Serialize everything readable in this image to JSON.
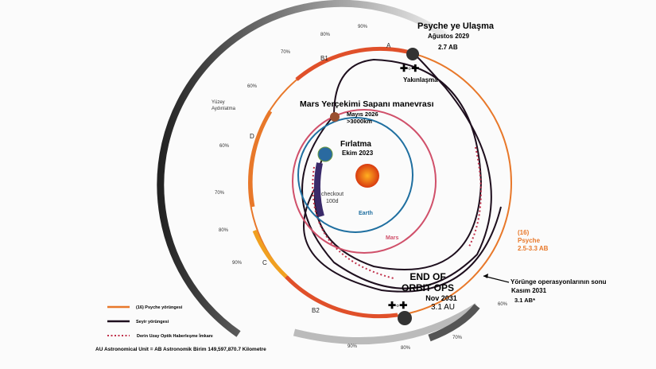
{
  "arrival": {
    "title": "Psyche ye Ulaşma",
    "date": "Ağustos 2029",
    "distance": "2.7 AB",
    "flyby": "Yakınlaşma"
  },
  "mars_flyby": {
    "title": "Mars Yerçekimi Sapanı manevrası",
    "date": "Mayıs 2026",
    "altitude": ">3000km"
  },
  "launch": {
    "title": "Fırlatma",
    "date": "Ekim 2023",
    "checkout_1": "checkout",
    "checkout_2": "100d"
  },
  "orbits": {
    "earth": "Earth",
    "mars": "Mars",
    "psyche_1": "(16)",
    "psyche_2": "Psyche",
    "psyche_3": "2.5-3.3 AB"
  },
  "end_ops": {
    "line1": "END OF",
    "line2": "ORBIT OPS",
    "date": "Nov 2031",
    "distance": "3.1 AU",
    "tr_title": "Yörünge operasyonlarının sonu",
    "tr_date": "Kasım 2031",
    "tr_distance": "3.1 AB*"
  },
  "illumination_label_1": "Yüzey",
  "illumination_label_2": "Aydınlatma",
  "segments": {
    "a": "A",
    "b1": "B1",
    "d": "D",
    "c": "C",
    "b2": "B2"
  },
  "percent_labels": [
    "90%",
    "80%",
    "70%",
    "60%",
    "60%",
    "70%",
    "80%",
    "90%",
    "90%",
    "80%",
    "70%",
    "60%"
  ],
  "legend": {
    "psyche_orbit": "(16) Psyche yörüngesi",
    "cruise": "Seyir yörüngesi",
    "optical": "Derin Uzay Optik Haberleşme İmkanı"
  },
  "footnote": "AU Astronomical Unit = AB Astronomik Birim 149,597,870.7 Kilometre",
  "colors": {
    "psyche_orbit": "#e8782a",
    "cruise": "#1e0f1e",
    "earth_orbit": "#1f6fa0",
    "mars_orbit": "#d0506a",
    "optical": "#c0304a",
    "b_segment": "#e0502a"
  }
}
